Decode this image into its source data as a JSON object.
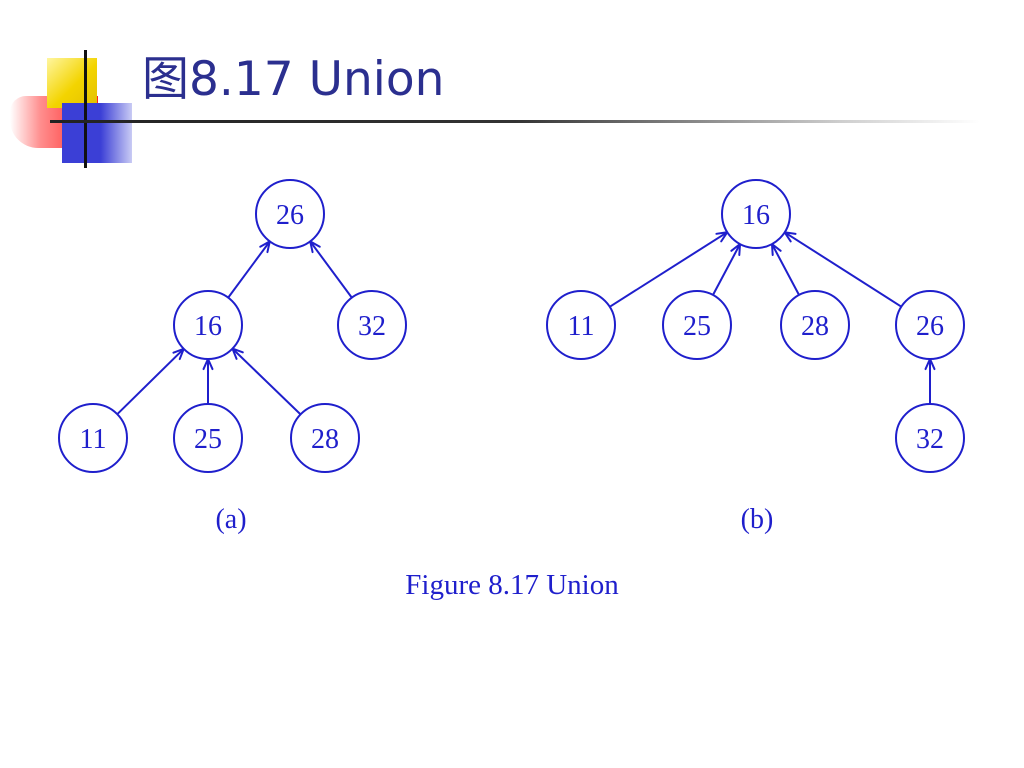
{
  "slide": {
    "title": "图8.17  Union"
  },
  "colors": {
    "title": "#2b2f8f",
    "diagram": "#1f1fcc",
    "accent_yellow": "#f3d400",
    "accent_blue": "#3b3fd6",
    "accent_red": "#ff2020"
  },
  "diagram": {
    "trees": [
      {
        "sub_label": "(a)",
        "nodes": [
          {
            "id": "a26",
            "label": "26"
          },
          {
            "id": "a16",
            "label": "16"
          },
          {
            "id": "a32",
            "label": "32"
          },
          {
            "id": "a11",
            "label": "11"
          },
          {
            "id": "a25",
            "label": "25"
          },
          {
            "id": "a28",
            "label": "28"
          }
        ],
        "edges": [
          {
            "from": "a16",
            "to": "a26"
          },
          {
            "from": "a32",
            "to": "a26"
          },
          {
            "from": "a11",
            "to": "a16"
          },
          {
            "from": "a25",
            "to": "a16"
          },
          {
            "from": "a28",
            "to": "a16"
          }
        ]
      },
      {
        "sub_label": "(b)",
        "nodes": [
          {
            "id": "b16",
            "label": "16"
          },
          {
            "id": "b11",
            "label": "11"
          },
          {
            "id": "b25",
            "label": "25"
          },
          {
            "id": "b28",
            "label": "28"
          },
          {
            "id": "b26",
            "label": "26"
          },
          {
            "id": "b32",
            "label": "32"
          }
        ],
        "edges": [
          {
            "from": "b11",
            "to": "b16"
          },
          {
            "from": "b25",
            "to": "b16"
          },
          {
            "from": "b28",
            "to": "b16"
          },
          {
            "from": "b26",
            "to": "b16"
          },
          {
            "from": "b32",
            "to": "b26"
          }
        ]
      }
    ],
    "caption": "Figure 8.17 Union"
  }
}
